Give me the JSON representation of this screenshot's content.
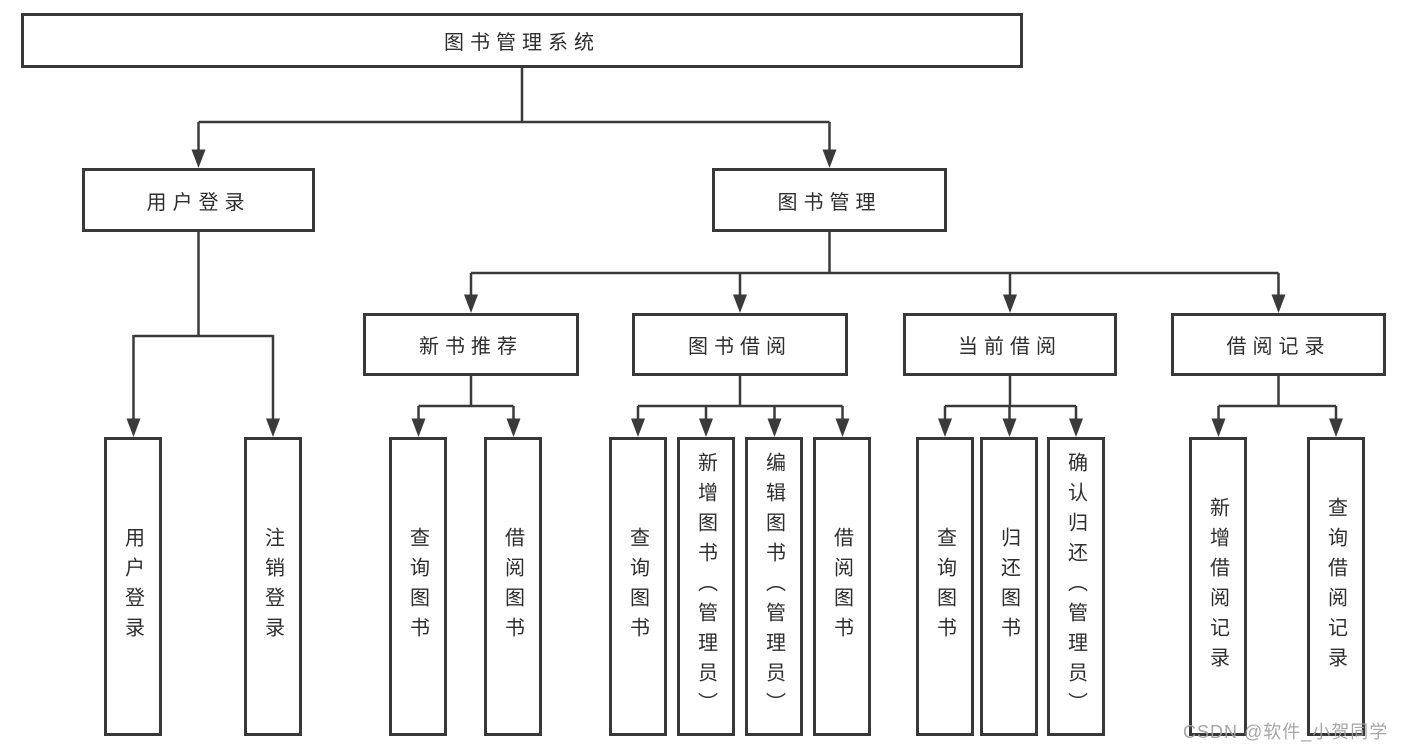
{
  "tree": {
    "label": "图书管理系统",
    "children": [
      {
        "label": "用户登录",
        "children": [
          {
            "label": "用户登录"
          },
          {
            "label": "注销登录"
          }
        ]
      },
      {
        "label": "图书管理",
        "children": [
          {
            "label": "新书推荐",
            "children": [
              {
                "label": "查询图书"
              },
              {
                "label": "借阅图书"
              }
            ]
          },
          {
            "label": "图书借阅",
            "children": [
              {
                "label": "查询图书"
              },
              {
                "label": "新增图书（管理员）"
              },
              {
                "label": "编辑图书（管理员）"
              },
              {
                "label": "借阅图书"
              }
            ]
          },
          {
            "label": "当前借阅",
            "children": [
              {
                "label": "查询图书"
              },
              {
                "label": "归还图书"
              },
              {
                "label": "确认归还（管理员）"
              }
            ]
          },
          {
            "label": "借阅记录",
            "children": [
              {
                "label": "新增借阅记录"
              },
              {
                "label": "查询借阅记录"
              }
            ]
          }
        ]
      }
    ]
  },
  "watermark": {
    "text": "CSDN @软件_小贺同学"
  },
  "colors": {
    "line": "#3a3a3a",
    "box_border": "#383838",
    "text": "#2e2e2e",
    "watermark": "#9e9e9e",
    "background": "#ffffff"
  }
}
